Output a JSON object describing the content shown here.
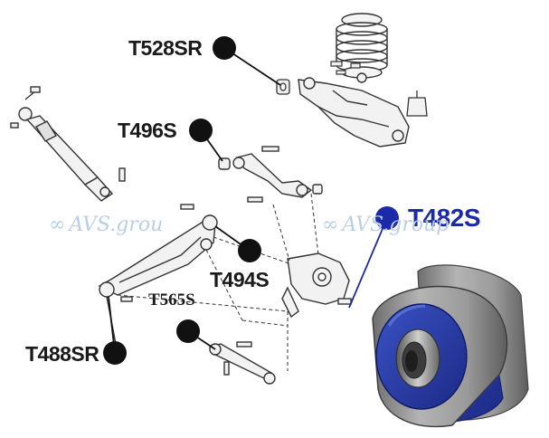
{
  "labels": {
    "t528sr": "T528SR",
    "t496s": "T496S",
    "t482s": "T482S",
    "t494s": "T494S",
    "t565s": "T565S",
    "t488sr": "T488SR"
  },
  "watermark": {
    "symbol": "∞",
    "text_left": "AVS.grou",
    "text_right": "AVS.group"
  },
  "colors": {
    "marker_black": "#111111",
    "marker_blue": "#1c2aa8",
    "bushing_metal": "#9a9a9a",
    "bushing_poly": "#2a3ea8",
    "line_art": "#333333",
    "watermark": "#b9cfe6"
  }
}
